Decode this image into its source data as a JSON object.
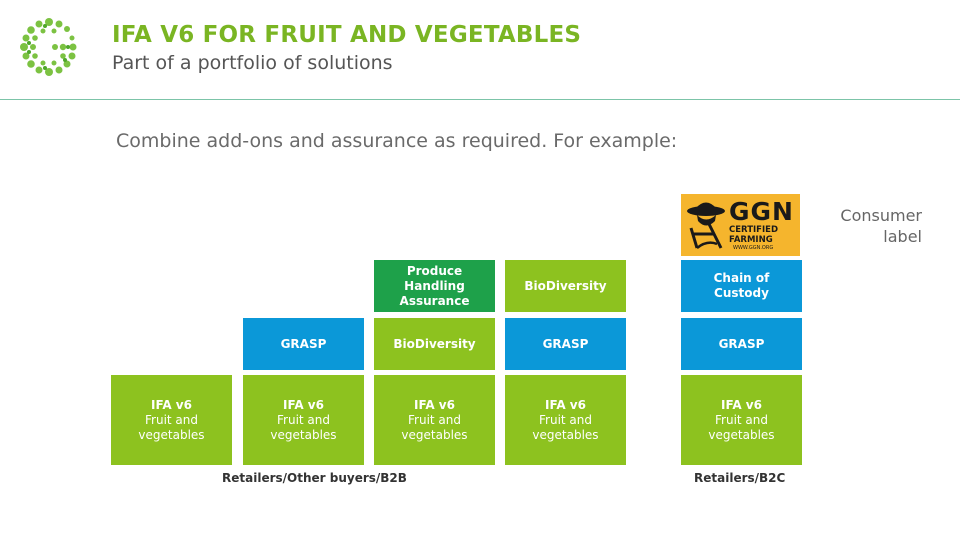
{
  "header": {
    "logo_icon": "globalgap-g-logo",
    "title": "IFA V6 FOR FRUIT AND VEGETABLES",
    "subtitle": "Part of a portfolio of solutions"
  },
  "intro": "Combine add-ons and assurance as required. For example:",
  "colors": {
    "ifa_green": "#8dc21f",
    "addon_blue": "#0b98d8",
    "assurance_green": "#1ea14a",
    "title_green": "#7ab523"
  },
  "columns": [
    {
      "base": {
        "bold": "IFA v6",
        "line1": "Fruit and",
        "line2": "vegetables"
      }
    },
    {
      "base": {
        "bold": "IFA v6",
        "line1": "Fruit and",
        "line2": "vegetables"
      },
      "addon1": "GRASP"
    },
    {
      "base": {
        "bold": "IFA v6",
        "line1": "Fruit and",
        "line2": "vegetables"
      },
      "addon1": "BioDiversity",
      "addon2": {
        "line1": "Produce",
        "line2": "Handling",
        "line3": "Assurance"
      }
    },
    {
      "base": {
        "bold": "IFA v6",
        "line1": "Fruit and",
        "line2": "vegetables"
      },
      "addon1": "GRASP",
      "addon2": "BioDiversity"
    },
    {
      "base": {
        "bold": "IFA v6",
        "line1": "Fruit and",
        "line2": "vegetables"
      },
      "addon1": "GRASP",
      "addon2": {
        "line1": "Chain of",
        "line2": "Custody"
      }
    }
  ],
  "ggn_label": {
    "letters": "GGN",
    "line1": "CERTIFIED",
    "line2": "FARMING",
    "web": "WWW.GGN.ORG"
  },
  "consumer_label": {
    "line1": "Consumer",
    "line2": "label"
  },
  "footers": {
    "b2b": "Retailers/Other buyers/B2B",
    "b2c": "Retailers/B2C"
  }
}
